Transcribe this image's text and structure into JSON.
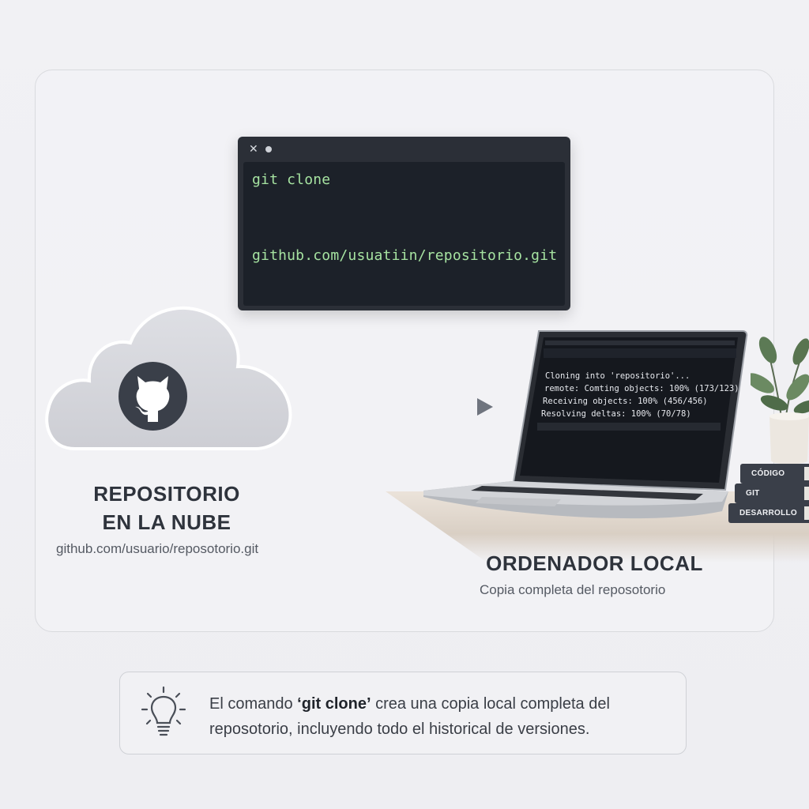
{
  "terminal": {
    "command": "git clone",
    "url": "github.com/usuatiin/repositorio.git",
    "close_glyph": "✕"
  },
  "laptop_terminal": {
    "lines": [
      "Cloning into 'repositorio'...",
      "remote: Comting objects: 100% (173/123)",
      "Receiving objects: 100% (456/456)",
      "Resolving deltas: 100% (70/78)"
    ]
  },
  "cloud": {
    "title_line1": "REPOSITORIO",
    "title_line2": "EN LA NUBE",
    "url": "github.com/usuario/reposotorio.git",
    "icon": "github-octocat-icon"
  },
  "local": {
    "title": "ORDENADOR LOCAL",
    "subtitle": "Copia completa del reposotorio"
  },
  "books": [
    "CÓDIGO",
    "GIT",
    "DESARROLLO"
  ],
  "tip": {
    "prefix": "El comando ",
    "highlight": "‘git clone’",
    "suffix": " crea una copia local completa del reposotorio, incluyendo todo el historical de versiones.",
    "icon": "lightbulb-icon"
  },
  "colors": {
    "terminal_bg": "#1c2129",
    "terminal_text": "#a6e3a1",
    "dark_text": "#2e333c",
    "arrow": "#7b808a"
  }
}
